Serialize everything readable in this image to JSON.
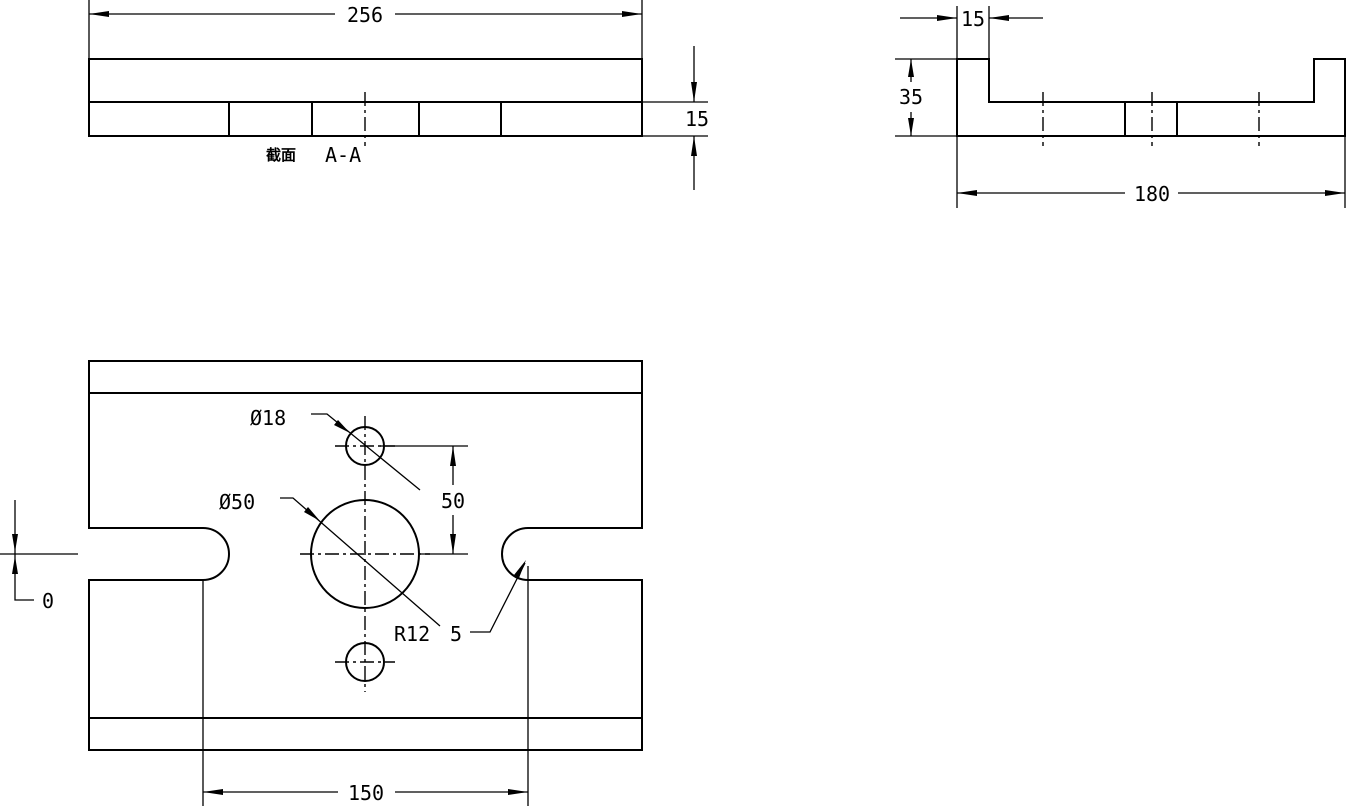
{
  "dimensions": {
    "top_width": "256",
    "top_thickness": "15",
    "side_height": "35",
    "side_wall": "15",
    "side_width": "180",
    "plan_hole_small": "Ø18",
    "plan_hole_large": "Ø50",
    "plan_hole_spacing": "50",
    "plan_radius": "R12",
    "plan_radius_extra": "5",
    "plan_slot_distance": "150",
    "plan_offset": "0"
  },
  "labels": {
    "section_word": "截面",
    "section_name": "A-A"
  }
}
